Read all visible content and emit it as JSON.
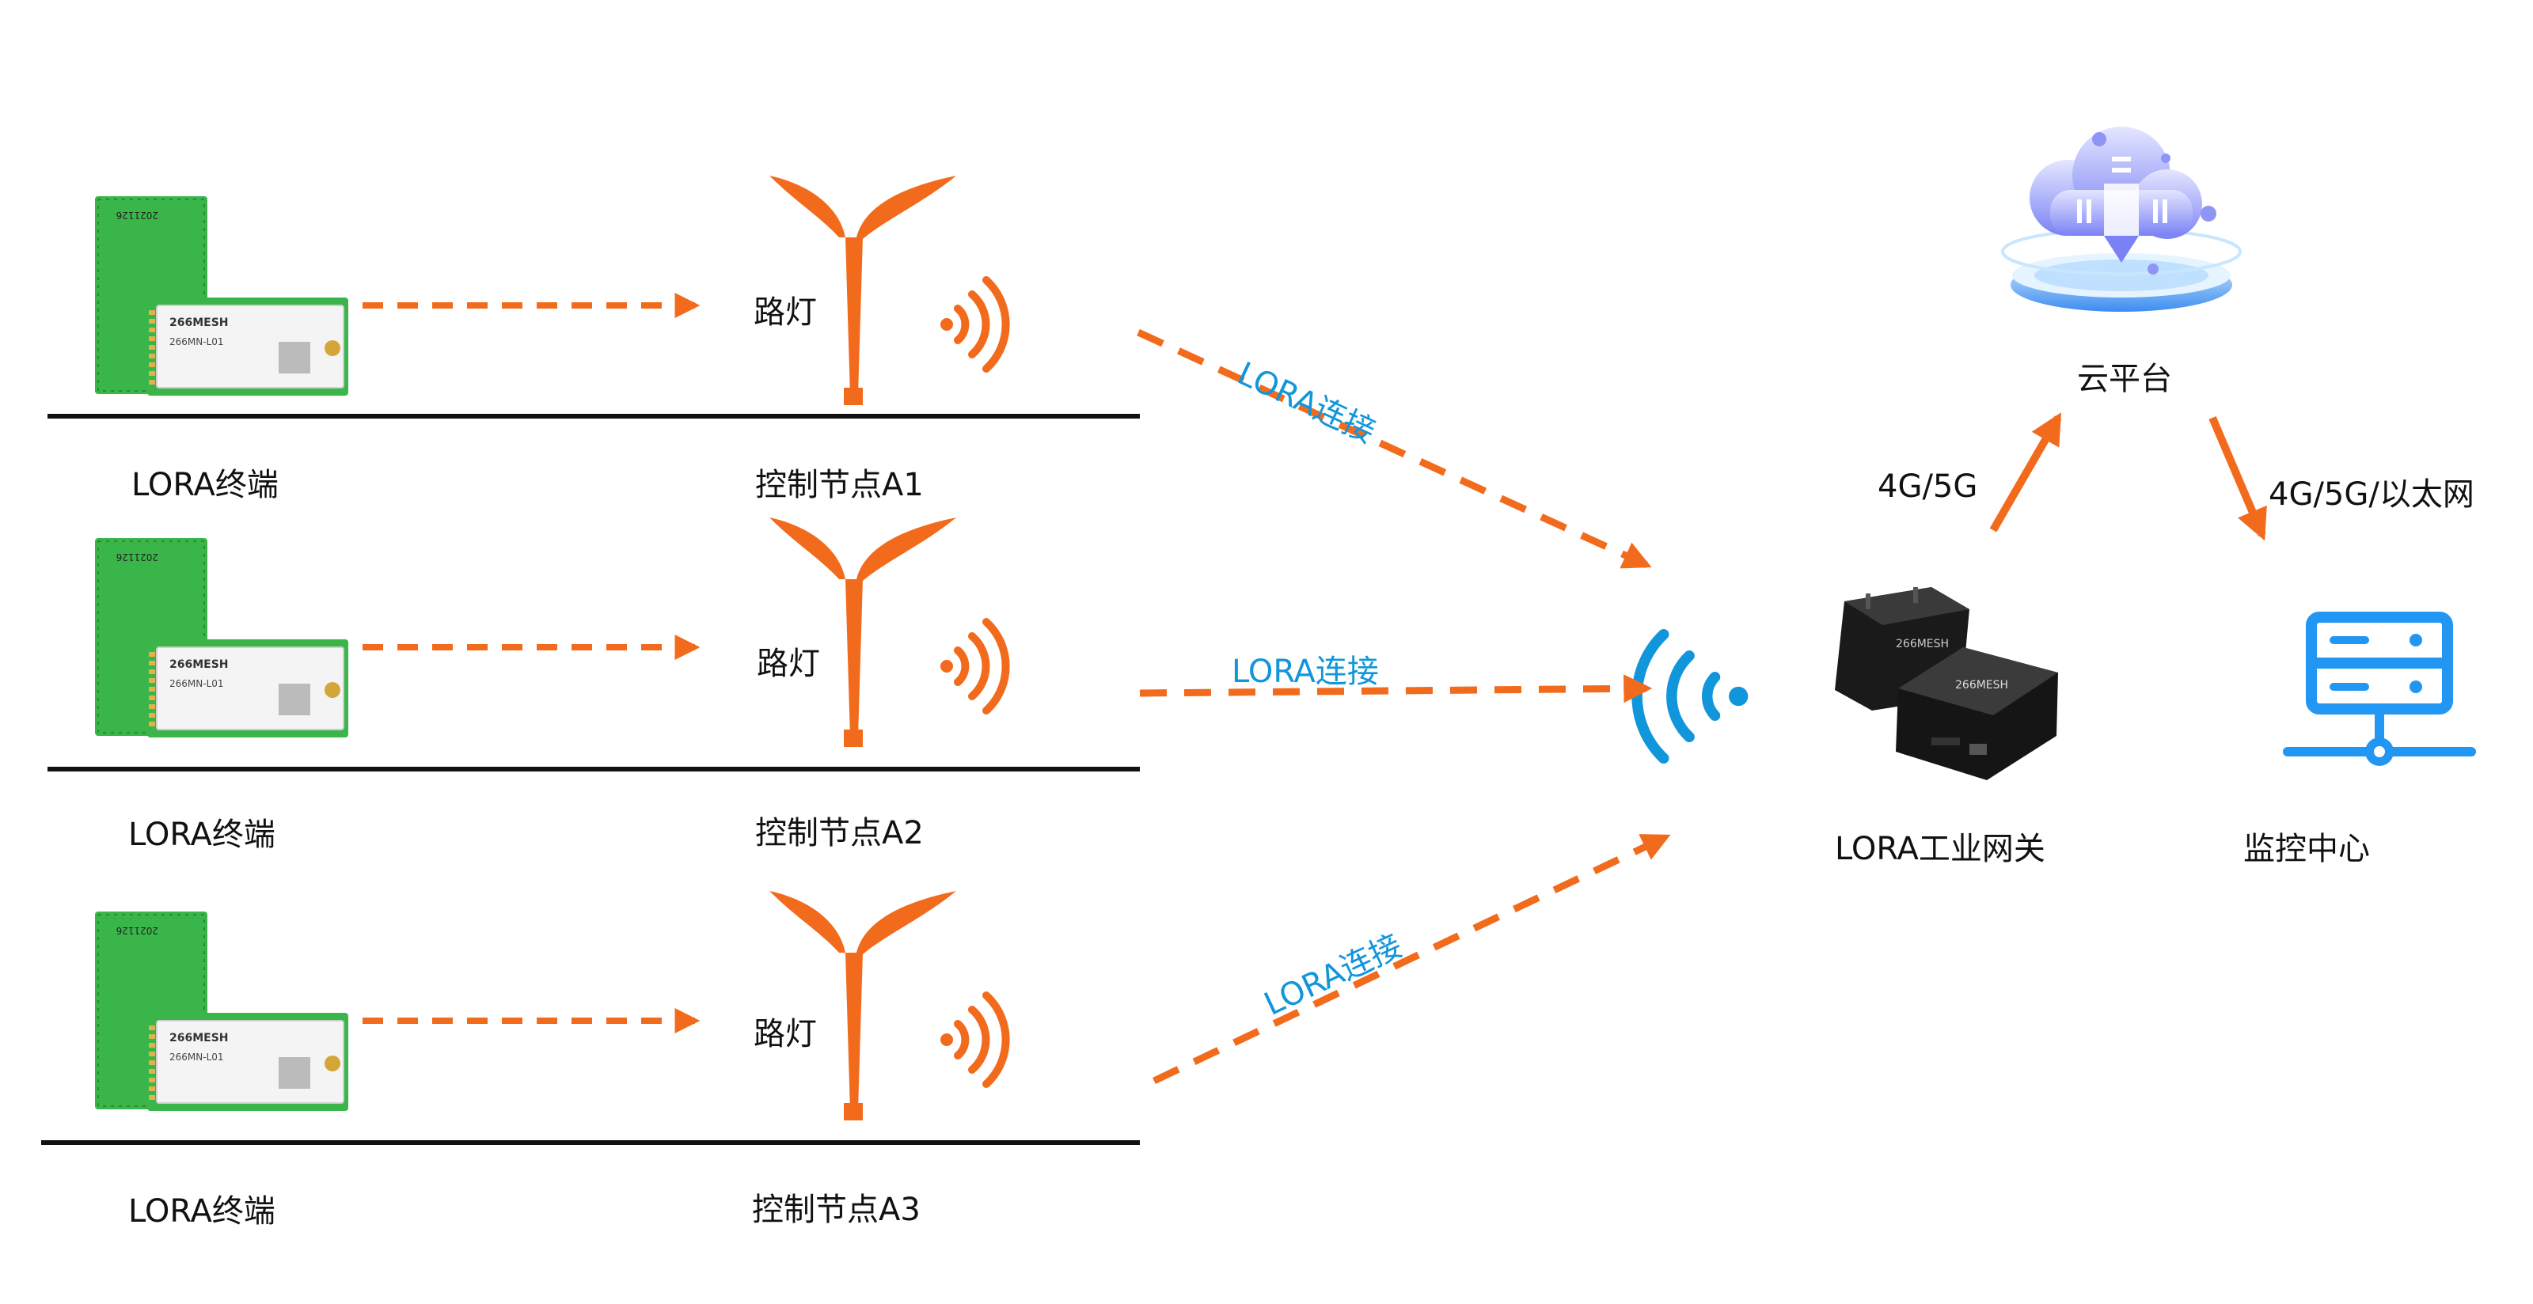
{
  "rows": [
    {
      "module": {
        "logo": "266MESH",
        "model": "266MN-L01",
        "serial": "2021126"
      },
      "lamp_label": "路灯",
      "terminal_label": "LORA终端",
      "node_label": "控制节点A1",
      "link_label": "LORA连接"
    },
    {
      "module": {
        "logo": "266MESH",
        "model": "266MN-L01",
        "serial": "2021126"
      },
      "lamp_label": "路灯",
      "terminal_label": "LORA终端",
      "node_label": "控制节点A2",
      "link_label": "LORA连接"
    },
    {
      "module": {
        "logo": "266MESH",
        "model": "266MN-L01",
        "serial": "2021126"
      },
      "lamp_label": "路灯",
      "terminal_label": "LORA终端",
      "node_label": "控制节点A3",
      "link_label": "LORA连接"
    }
  ],
  "gateway": {
    "label": "LORA工业网关",
    "logo": "266MESH"
  },
  "cloud": {
    "label": "云平台"
  },
  "monitor": {
    "label": "监控中心"
  },
  "uplink": {
    "label": "4G/5G"
  },
  "downlink": {
    "label": "4G/5G/以太网"
  },
  "colors": {
    "accent": "#f26b1d",
    "link_text": "#1296db",
    "wifi_blue": "#1296db",
    "monitor_blue": "#2196f3",
    "pcb_green": "#39b54a"
  },
  "icons": {
    "lamp": "street-lamp-icon",
    "wireless": "wifi-signal-icon",
    "cloud": "cloud-platform-icon",
    "server": "server-monitor-icon"
  }
}
